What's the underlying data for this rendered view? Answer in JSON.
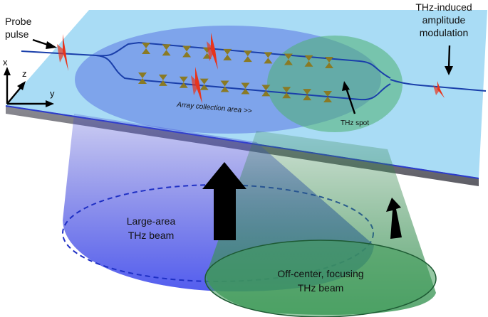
{
  "labels": {
    "probe_line1": "Probe",
    "probe_line2": "pulse",
    "thz_mod_line1": "THz-induced",
    "thz_mod_line2": "amplitude",
    "thz_mod_line3": "modulation",
    "array_area": "Array collection area >>",
    "thz_spot": "THz spot",
    "large_beam_line1": "Large-area",
    "large_beam_line2": "THz beam",
    "focus_beam_line1": "Off-center, focusing",
    "focus_beam_line2": "THz beam"
  },
  "axes": {
    "x": "x",
    "y": "y",
    "z": "z"
  },
  "colors": {
    "slab_top": "#a9dcf5",
    "slab_side": "#7e7e86",
    "large_beam": "#4a55e6",
    "focus_beam": "#3f9a5a",
    "waveguide": "#1a3faa",
    "pulse": "#e8341c",
    "antenna": "#8a7a24"
  }
}
